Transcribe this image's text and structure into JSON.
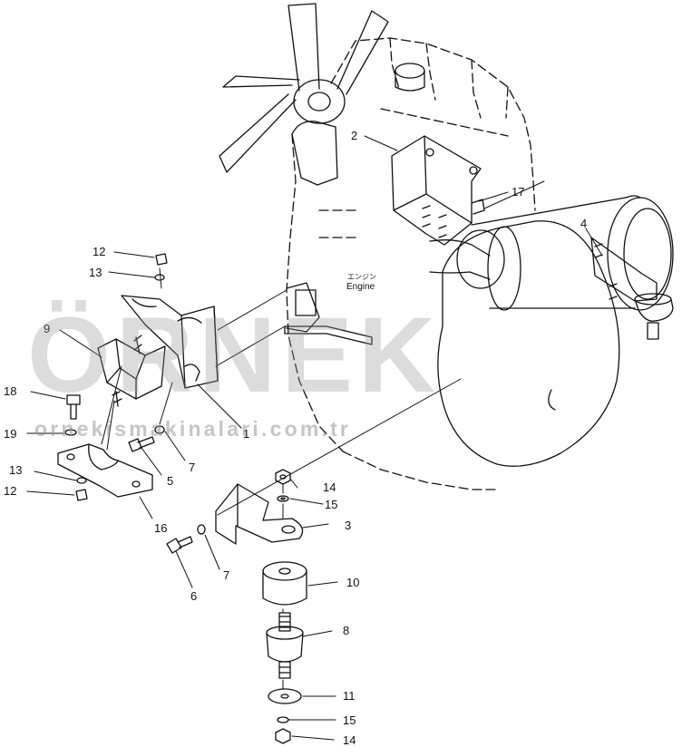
{
  "diagram": {
    "engine_label_jp": "エンジン",
    "engine_label_en": "Engine",
    "part_numbers": [
      {
        "id": "p2",
        "text": "2"
      },
      {
        "id": "p17",
        "text": "17"
      },
      {
        "id": "p4",
        "text": "4"
      },
      {
        "id": "p12a",
        "text": "12"
      },
      {
        "id": "p13a",
        "text": "13"
      },
      {
        "id": "p9",
        "text": "9"
      },
      {
        "id": "p18",
        "text": "18"
      },
      {
        "id": "p19",
        "text": "19"
      },
      {
        "id": "p1",
        "text": "1"
      },
      {
        "id": "p7a",
        "text": "7"
      },
      {
        "id": "p5",
        "text": "5"
      },
      {
        "id": "p13b",
        "text": "13"
      },
      {
        "id": "p12b",
        "text": "12"
      },
      {
        "id": "p16",
        "text": "16"
      },
      {
        "id": "p14a",
        "text": "14"
      },
      {
        "id": "p15a",
        "text": "15"
      },
      {
        "id": "p3",
        "text": "3"
      },
      {
        "id": "p7b",
        "text": "7"
      },
      {
        "id": "p6",
        "text": "6"
      },
      {
        "id": "p10",
        "text": "10"
      },
      {
        "id": "p8",
        "text": "8"
      },
      {
        "id": "p11",
        "text": "11"
      },
      {
        "id": "p15b",
        "text": "15"
      },
      {
        "id": "p14b",
        "text": "14"
      }
    ]
  },
  "watermark": {
    "logo_text": "ÖRNEK",
    "url_text": "ornekismakinalari.com.tr"
  }
}
